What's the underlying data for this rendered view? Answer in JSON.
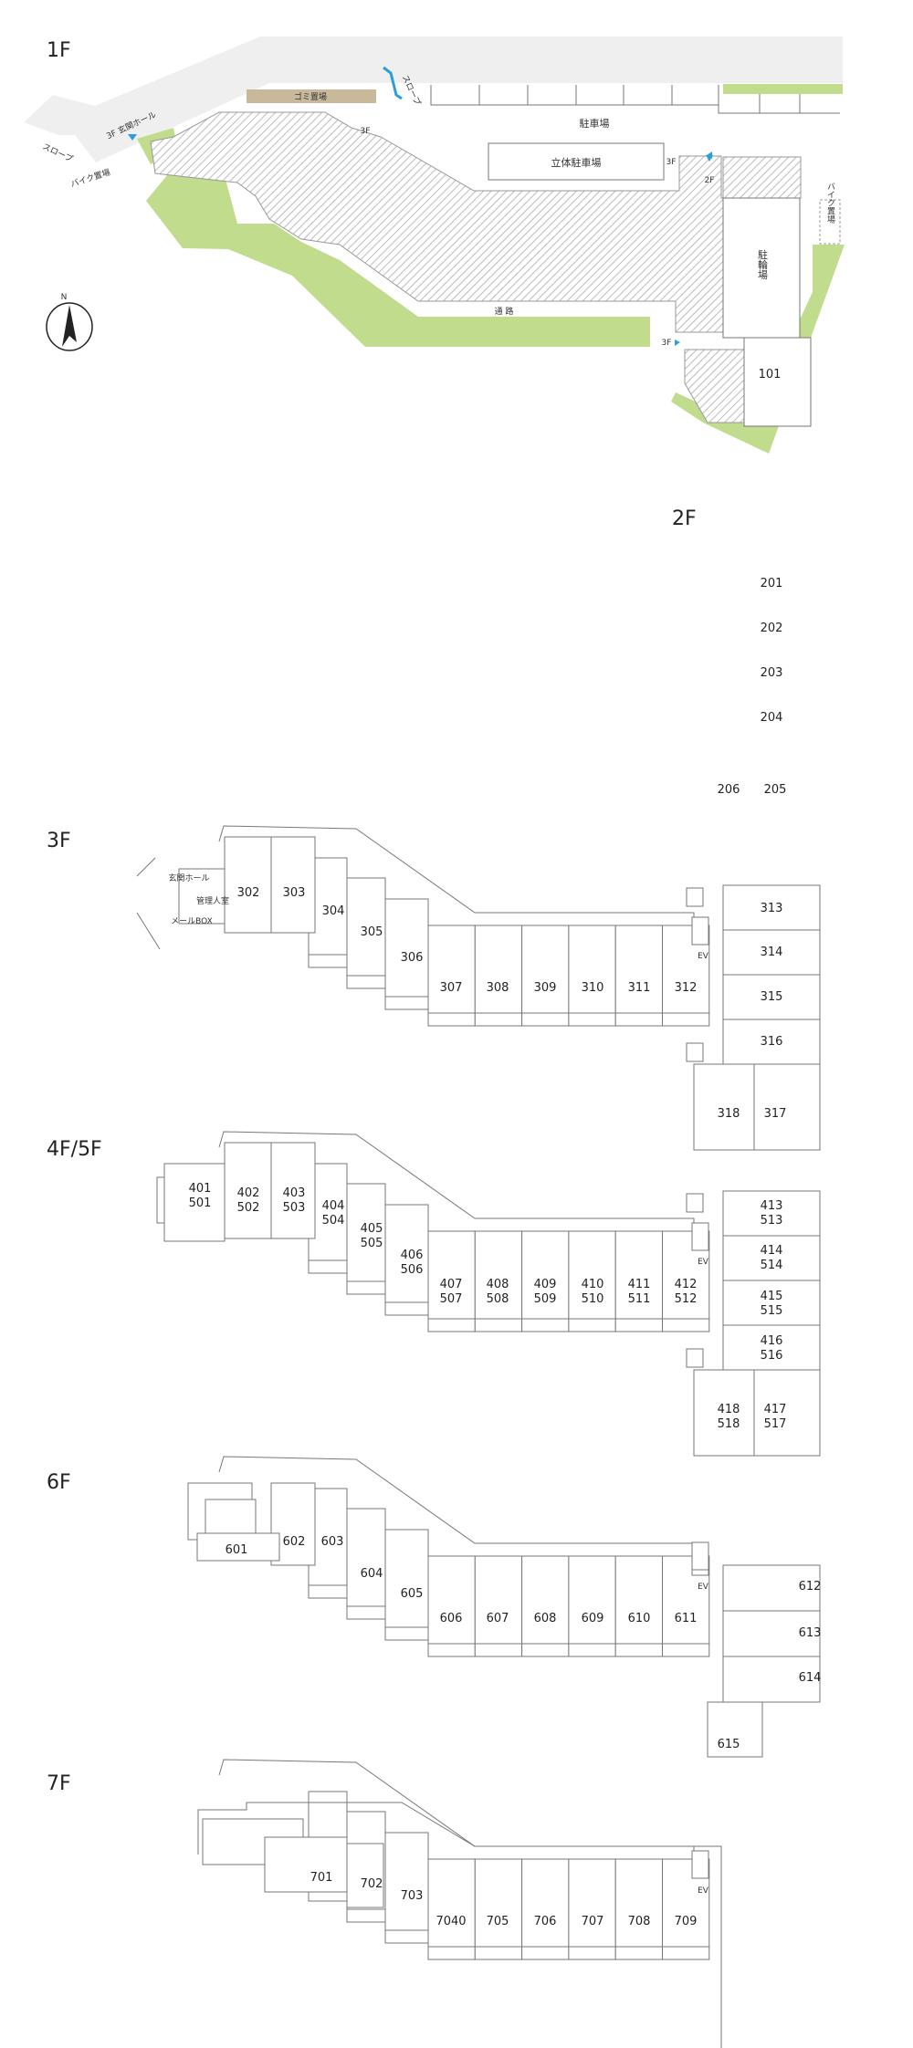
{
  "floors": {
    "f1": {
      "label": "1F",
      "parking": "駐車場",
      "multi_parking": "立体駐車場",
      "garbage": "ゴミ置場",
      "bicycle": "駐輪場",
      "bike_right": "バイク置場",
      "bike_left": "バイク置場",
      "slope_left": "スロープ",
      "slope_top": "スロープ",
      "hall": "3F 玄関ホール",
      "passage": "通 路",
      "unit": "101",
      "stair_3f_a": "3F",
      "stair_3f_b": "3F",
      "stair_2f": "2F",
      "stair_3f_c": "3F",
      "north": "N"
    },
    "f2": {
      "label": "2F",
      "units": [
        "201",
        "202",
        "203",
        "204",
        "205",
        "206"
      ]
    },
    "f3": {
      "label": "3F",
      "units": [
        "302",
        "303",
        "304",
        "305",
        "306",
        "307",
        "308",
        "309",
        "310",
        "311",
        "312",
        "313",
        "314",
        "315",
        "316",
        "317",
        "318"
      ],
      "hall": "玄関ホール",
      "manager": "管理人室",
      "mailbox": "メールBOX",
      "ev": "EV"
    },
    "f45": {
      "label": "4F/5F",
      "units": [
        [
          "401",
          "501"
        ],
        [
          "402",
          "502"
        ],
        [
          "403",
          "503"
        ],
        [
          "404",
          "504"
        ],
        [
          "405",
          "505"
        ],
        [
          "406",
          "506"
        ],
        [
          "407",
          "507"
        ],
        [
          "408",
          "508"
        ],
        [
          "409",
          "509"
        ],
        [
          "410",
          "510"
        ],
        [
          "411",
          "511"
        ],
        [
          "412",
          "512"
        ],
        [
          "413",
          "513"
        ],
        [
          "414",
          "514"
        ],
        [
          "415",
          "515"
        ],
        [
          "416",
          "516"
        ],
        [
          "417",
          "517"
        ],
        [
          "418",
          "518"
        ]
      ],
      "ev": "EV"
    },
    "f6": {
      "label": "6F",
      "units": [
        "601",
        "602",
        "603",
        "604",
        "605",
        "606",
        "607",
        "608",
        "609",
        "610",
        "611",
        "612",
        "613",
        "614",
        "615"
      ],
      "ev": "EV"
    },
    "f7": {
      "label": "7F",
      "units": [
        "701",
        "702",
        "703",
        "7040",
        "705",
        "706",
        "707",
        "708",
        "709"
      ],
      "ev": "EV"
    }
  },
  "colors": {
    "green": "#c0dc8c",
    "road": "#efefef",
    "garbage": "#c8b99a",
    "arrow": "#2a9fd8",
    "hatch": "#bbbbbb"
  }
}
